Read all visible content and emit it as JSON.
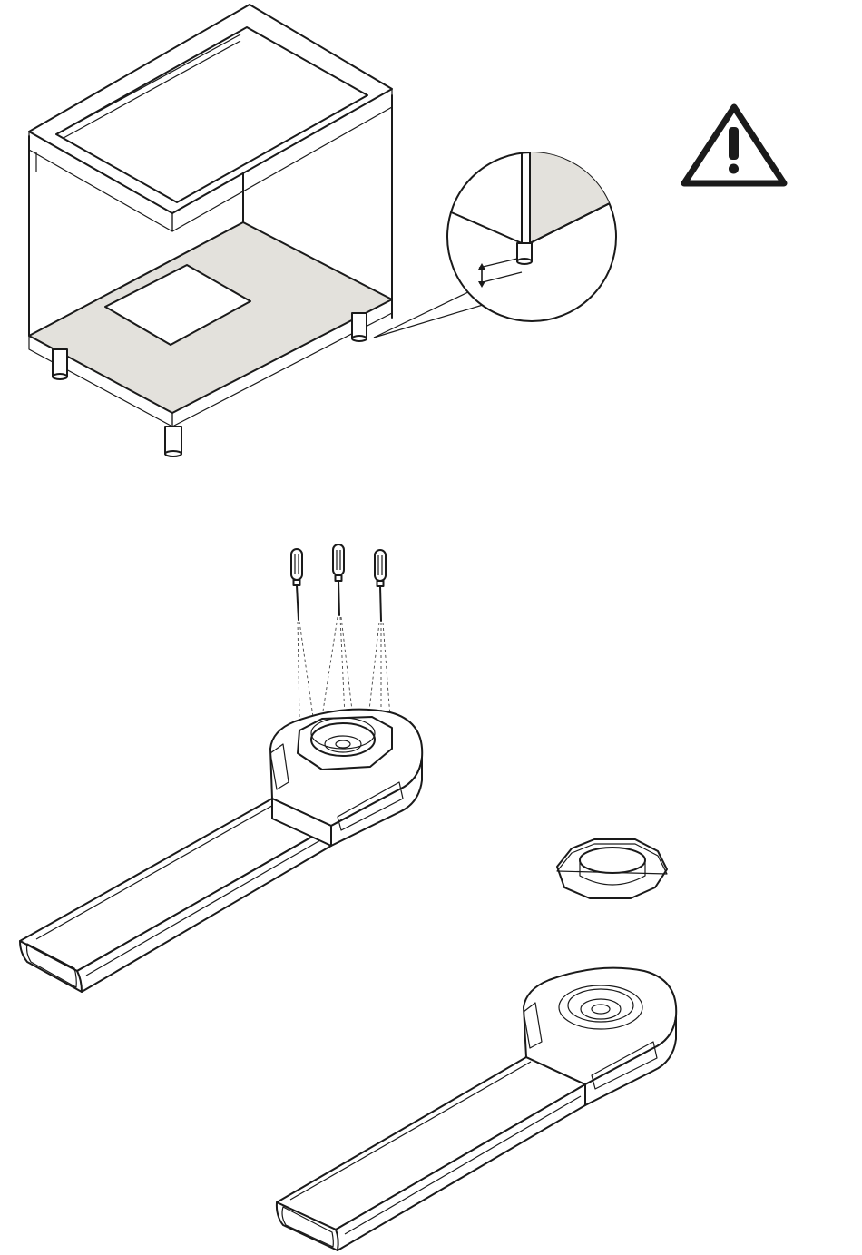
{
  "figure": {
    "panels": [
      {
        "id": "cabinet-panel",
        "content": "cabinet-with-floor-cutout-and-leg-detail"
      },
      {
        "id": "blower-mounting-panel",
        "content": "blower-with-screwdrivers"
      },
      {
        "id": "blower-removed-panel",
        "content": "blower-with-collar-removed"
      }
    ],
    "colors": {
      "line": "#1a1a1a",
      "fill_gray": "#e3e1dc",
      "background": "#ffffff"
    },
    "icons": [
      "warning-icon",
      "screwdriver-icon",
      "double-arrow-icon"
    ]
  }
}
